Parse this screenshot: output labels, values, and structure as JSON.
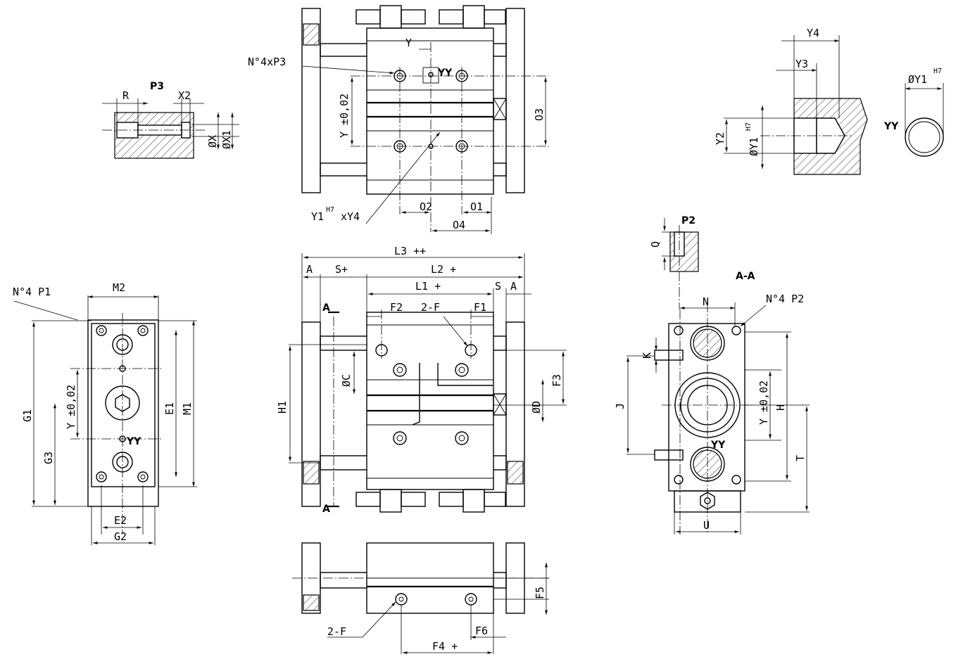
{
  "drawing": {
    "detail_p3": {
      "title": "P3",
      "labels": {
        "r": "R",
        "x2": "X2",
        "dx": "ØX",
        "dx1": "ØX1"
      }
    },
    "top_view": {
      "labels": {
        "n4xp3": "N°4xP3",
        "y": "Y",
        "yy": "YY",
        "ytol": "Y ±0,02",
        "o3": "O3",
        "o2": "O2",
        "o1": "O1",
        "o4": "O4",
        "y1xy4": "Y1",
        "y1_sup": "H7",
        "y1_suffix": "xY4"
      }
    },
    "detail_yy": {
      "title": "YY",
      "labels": {
        "y4": "Y4",
        "y3": "Y3",
        "y2": "Y2",
        "dy1": "ØY1",
        "dy1_sup": "H7",
        "dy1_top": "ØY1",
        "dy1_top_sup": "H7"
      }
    },
    "side_view": {
      "labels": {
        "n4p1": "N°4  P1",
        "m2": "M2",
        "g1": "G1",
        "g3": "G3",
        "ytol": "Y ±0,02",
        "yy": "YY",
        "e1": "E1",
        "m1": "M1",
        "e2": "E2",
        "g2": "G2"
      }
    },
    "front_view": {
      "labels": {
        "l3": "L3 ++",
        "a1": "A",
        "splus": "S+",
        "l2": "L2 +",
        "l1": "L1 +",
        "s": "S",
        "a2": "A",
        "sec_a_top": "A",
        "sec_a_bot": "A",
        "f2": "F2",
        "twof": "2-F",
        "f1": "F1",
        "dc": "ØC",
        "f3": "F3",
        "h1": "H1",
        "dd": "ØD"
      }
    },
    "bottom_view": {
      "labels": {
        "f5": "F5",
        "twof": "2-F",
        "f6": "F6",
        "f4": "F4 +"
      }
    },
    "detail_p2": {
      "title": "P2",
      "labels": {
        "q": "Q"
      }
    },
    "section_aa": {
      "title": "A-A",
      "labels": {
        "n": "N",
        "n4p2": "N°4  P2",
        "k": "K",
        "j": "J",
        "ytol": "Y ±0,02",
        "h": "H",
        "yy": "YY",
        "t": "T",
        "u": "U"
      }
    }
  }
}
